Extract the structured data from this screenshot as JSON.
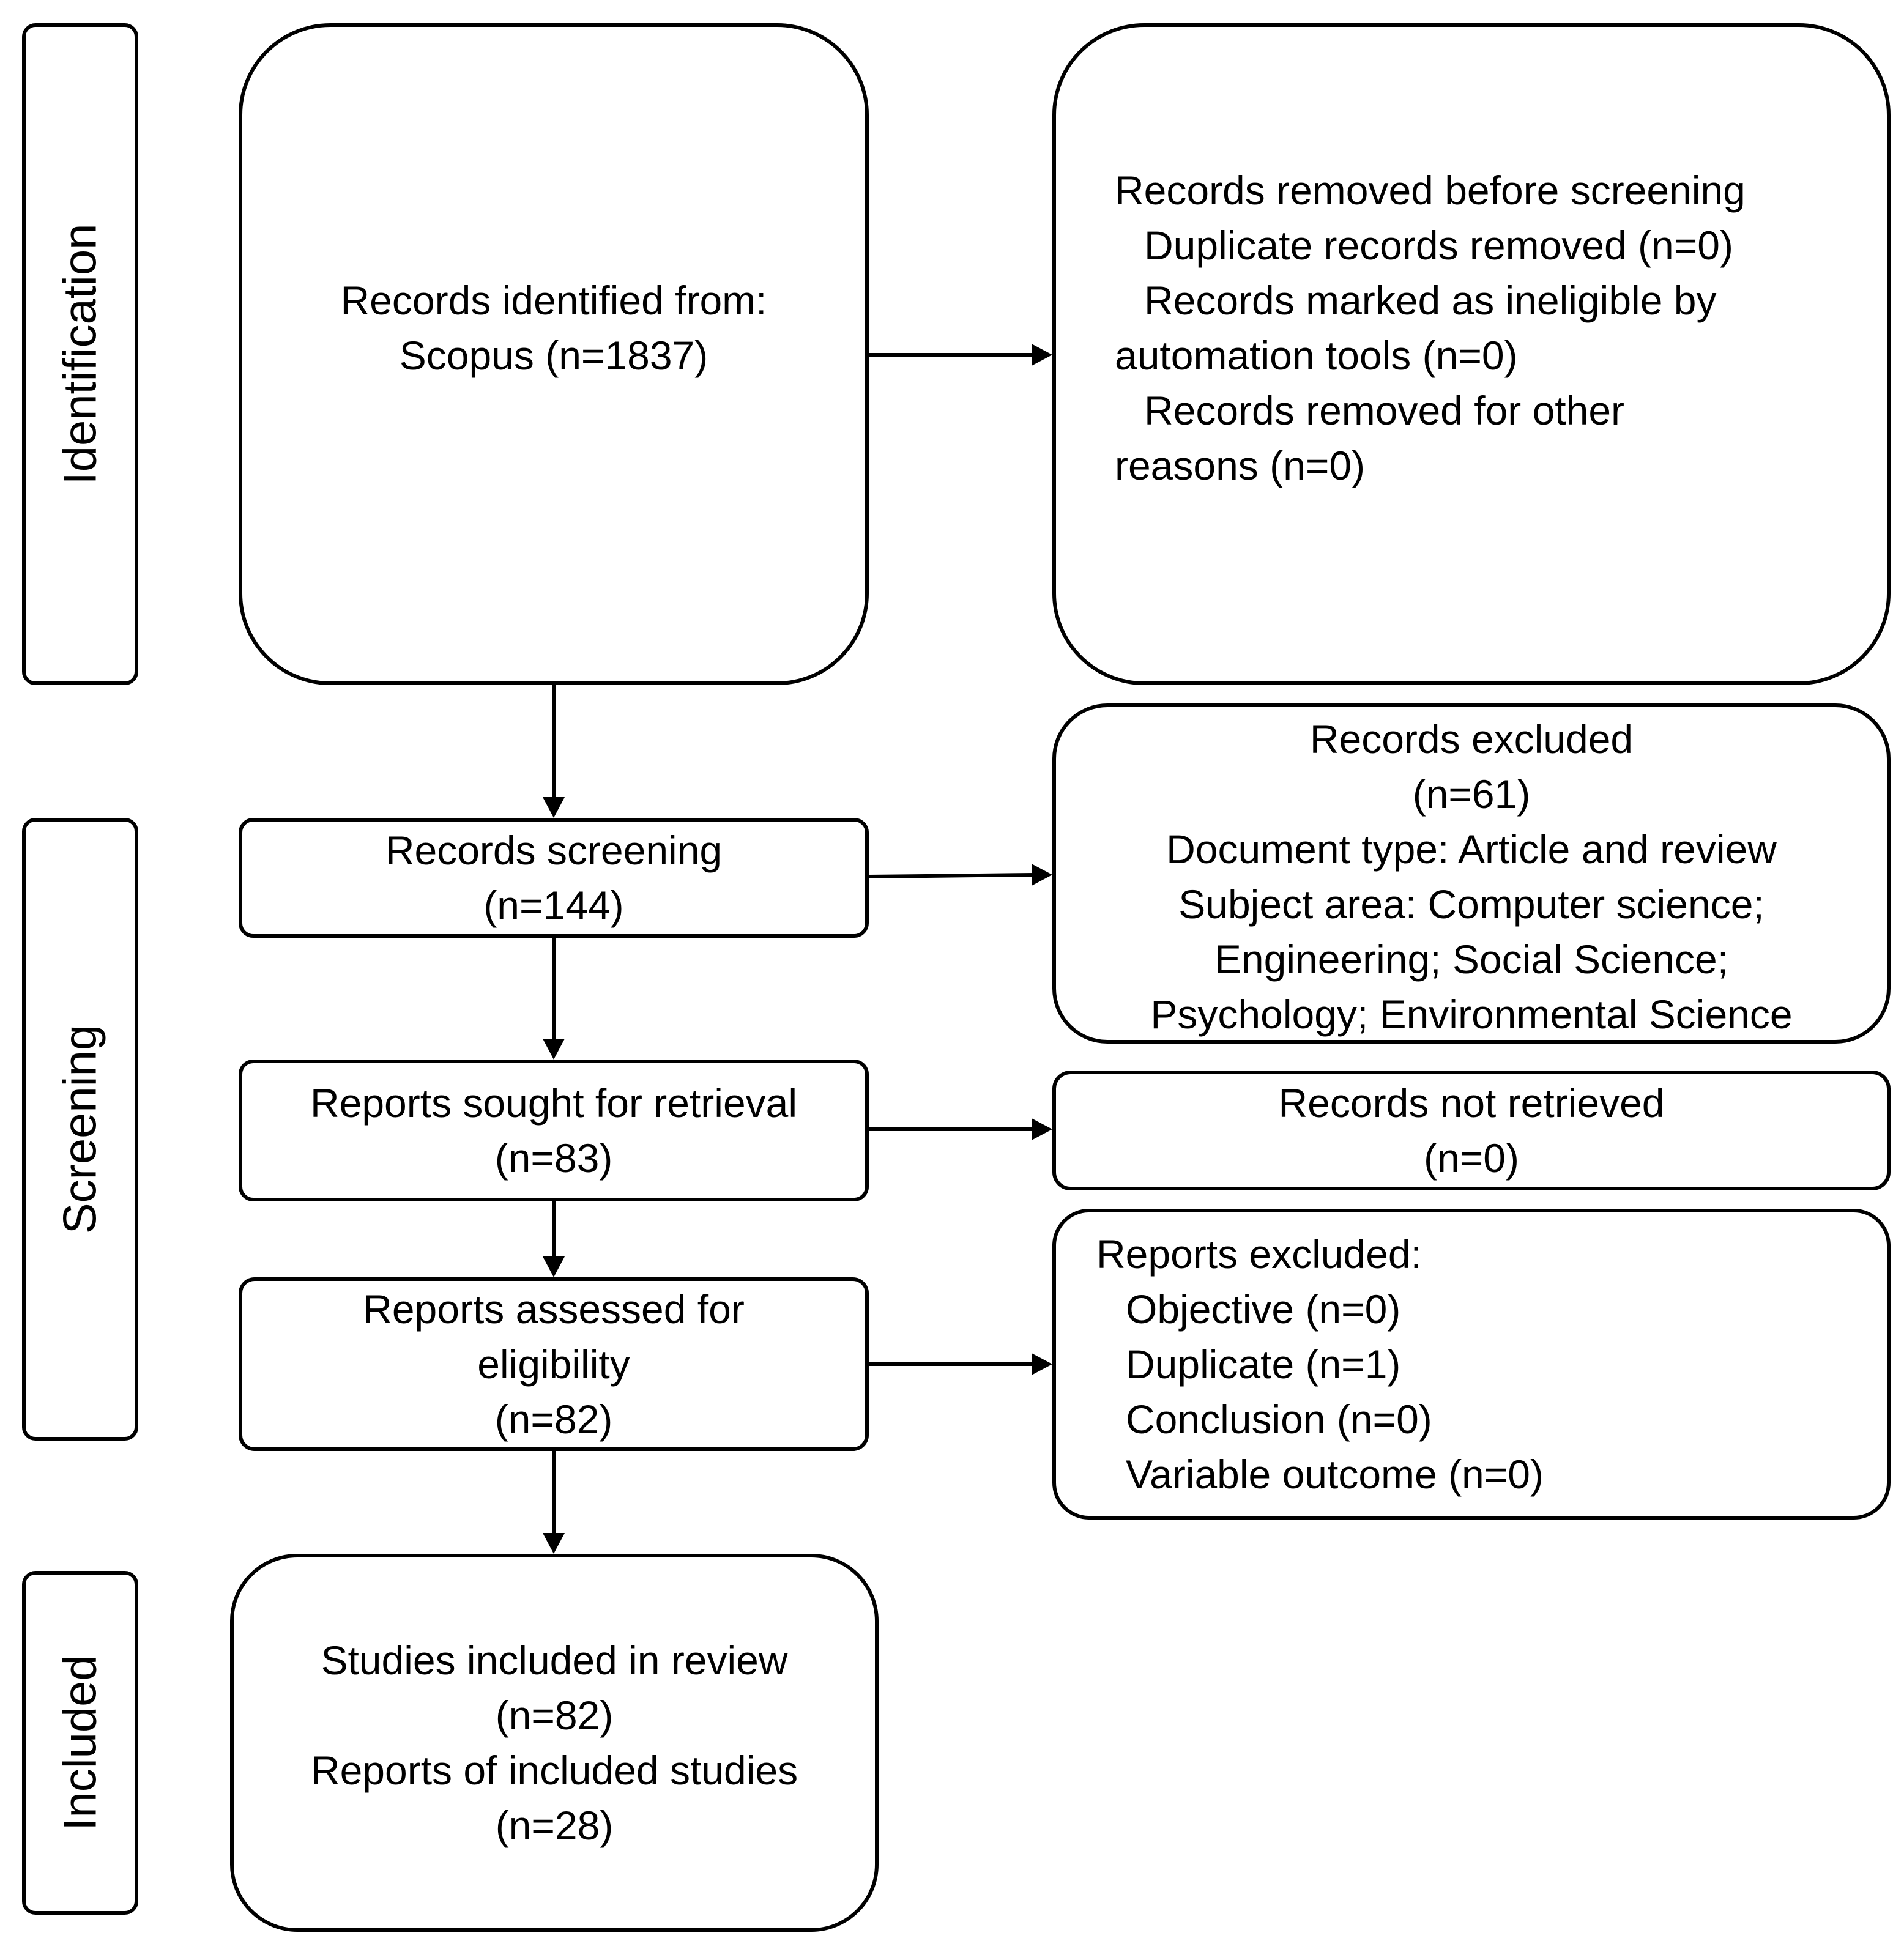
{
  "stages": {
    "identification": "Identification",
    "screening": "Screening",
    "included": "Included"
  },
  "identified": {
    "lines": [
      "Records identified from:",
      "Scopus (n=1837)"
    ]
  },
  "removed": {
    "lines": [
      {
        "text": "Records removed before screening",
        "indent": false
      },
      {
        "text": "Duplicate records removed (n=0)",
        "indent": true
      },
      {
        "text": "Records marked as ineligible by",
        "indent": true
      },
      {
        "text": "automation tools (n=0)",
        "indent": false
      },
      {
        "text": "Records removed for other",
        "indent": true
      },
      {
        "text": "reasons (n=0)",
        "indent": false
      }
    ]
  },
  "screening": {
    "lines": [
      "Records screening",
      "(n=144)"
    ]
  },
  "excluded": {
    "lines": [
      "Records excluded",
      "(n=61)",
      "Document type: Article and review",
      "Subject area: Computer science;",
      "Engineering; Social Science;",
      "Psychology; Environmental Science"
    ]
  },
  "sought": {
    "lines": [
      "Reports sought for retrieval",
      "(n=83)"
    ]
  },
  "not_retrieved": {
    "lines": [
      "Records not retrieved",
      "(n=0)"
    ]
  },
  "assessed": {
    "lines": [
      "Reports assessed for",
      "eligibility",
      "(n=82)"
    ]
  },
  "reports_excluded": {
    "lines": [
      {
        "text": "Reports excluded:",
        "indent": false
      },
      {
        "text": "Objective (n=0)",
        "indent": true
      },
      {
        "text": "Duplicate (n=1)",
        "indent": true
      },
      {
        "text": "Conclusion (n=0)",
        "indent": true
      },
      {
        "text": "Variable outcome (n=0)",
        "indent": true
      }
    ]
  },
  "included": {
    "lines": [
      "Studies included in review",
      "(n=82)",
      "Reports of included studies",
      "(n=28)"
    ]
  }
}
